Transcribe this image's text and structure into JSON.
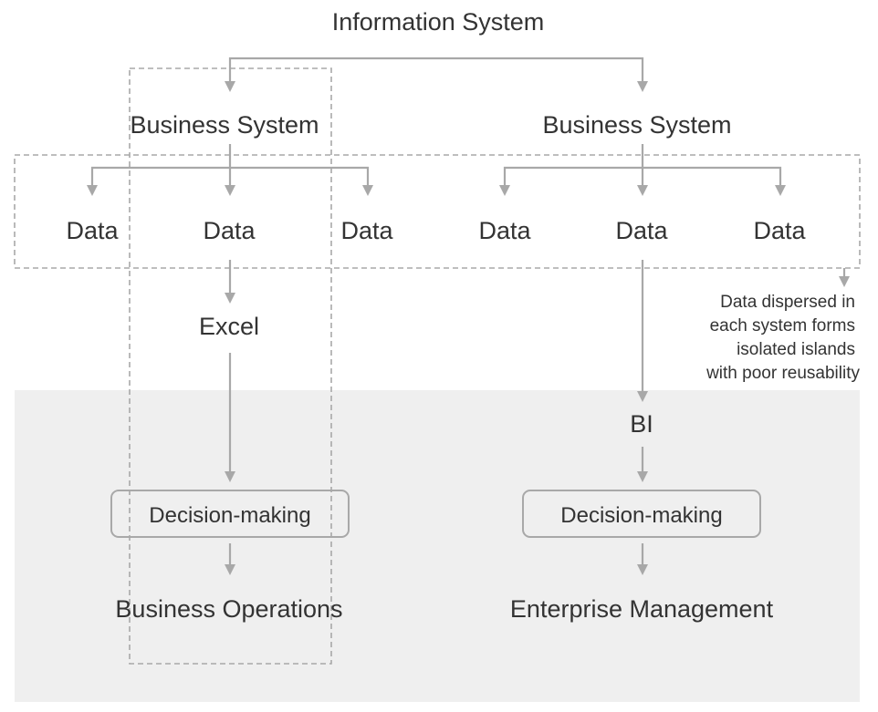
{
  "title": "Information System",
  "business_systems": [
    "Business System",
    "Business System"
  ],
  "data_label": "Data",
  "left_path": {
    "tool": "Excel",
    "decision": "Decision-making",
    "outcome": "Business Operations"
  },
  "right_path": {
    "tool": "BI",
    "decision": "Decision-making",
    "outcome": "Enterprise Management"
  },
  "note": [
    "Data dispersed in",
    "each system forms",
    "isolated islands",
    "with poor reusability"
  ],
  "colors": {
    "connector": "#a8a8a8",
    "text": "#333333",
    "shaded_region": "#efefef"
  }
}
